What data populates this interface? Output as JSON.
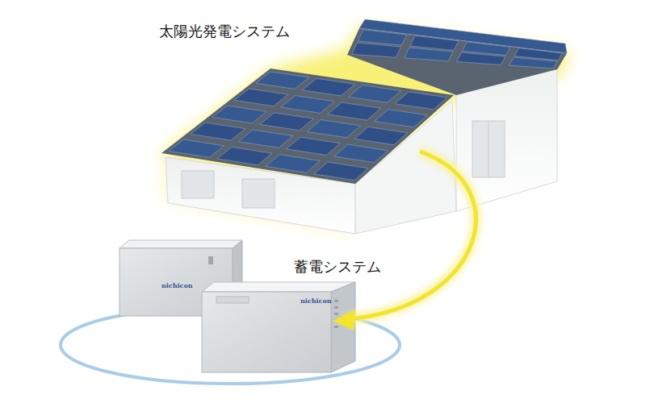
{
  "diagram": {
    "labels": [
      "太陽光発電システム",
      "蓄電システム",
      "nichicon",
      "nichicon"
    ]
  }
}
